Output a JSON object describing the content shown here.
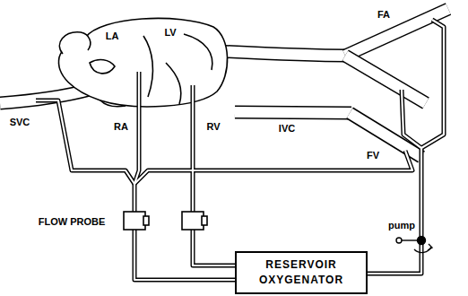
{
  "diagram": {
    "nodes": [
      {
        "text": [
          "RESERVOIR OXYGENATOR"
        ]
      }
    ],
    "labels": [
      "LA",
      "LV",
      "FA",
      "SVC",
      "RA",
      "RV",
      "IVC",
      "FV",
      "FLOW PROBE",
      "pump"
    ]
  }
}
